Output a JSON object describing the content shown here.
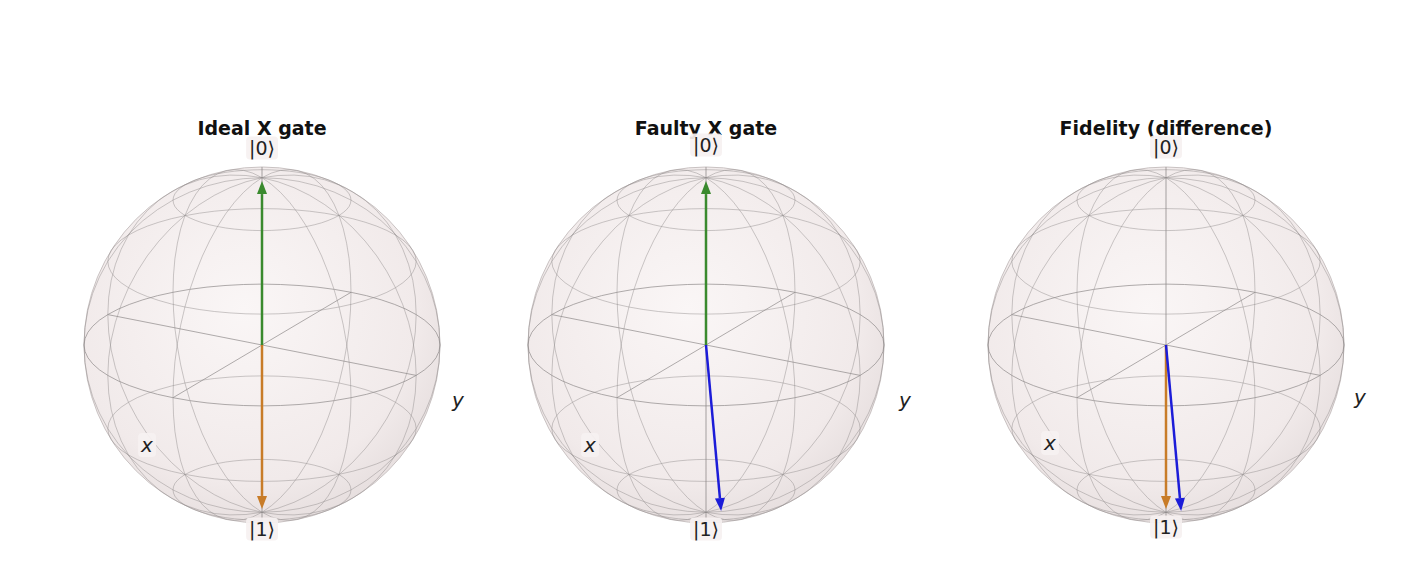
{
  "diagram": {
    "labels": [
      "Ideal X gate",
      "|0⟩",
      "|1⟩",
      "x",
      "y",
      "Faulty X gate",
      "|0⟩",
      "|1⟩",
      "x",
      "y",
      "Fidelity (difference)",
      "|0⟩",
      "|1⟩",
      "x",
      "y"
    ]
  }
}
